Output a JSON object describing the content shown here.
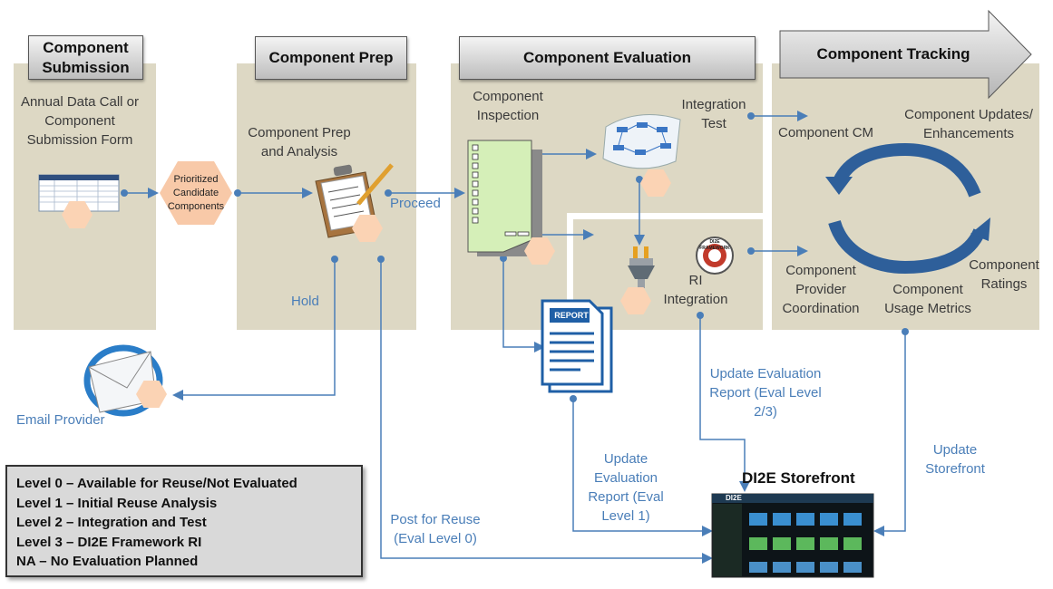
{
  "headers": {
    "submission": "Component Submission",
    "prep": "Component Prep",
    "evaluation": "Component Evaluation",
    "tracking": "Component Tracking"
  },
  "submission": {
    "desc": "Annual Data Call or Component Submission Form"
  },
  "prioritized": "Prioritized Candidate Components",
  "prep": {
    "desc": "Component Prep and  Analysis",
    "proceed": "Proceed",
    "hold": "Hold"
  },
  "evaluation": {
    "inspection": "Component Inspection",
    "integration_test": "Integration Test",
    "ri_integration": "RI Integration"
  },
  "tracking": {
    "cm": "Component CM",
    "updates": "Component Updates/ Enhancements",
    "provider_coord": "Component Provider Coordination",
    "usage_metrics": "Component Usage Metrics",
    "ratings": "Component Ratings"
  },
  "email_provider": "Email Provider",
  "report_label": "REPORT",
  "badge_text": "DI2E FRAMEWORK",
  "flows": {
    "post_for_reuse": "Post for Reuse (Eval Level 0)",
    "update_report_1": "Update Evaluation Report (Eval Level 1)",
    "update_report_23": "Update Evaluation Report (Eval Level 2/3)",
    "update_storefront": "Update Storefront"
  },
  "storefront": {
    "title": "DI2E Storefront",
    "logo": "DI2E"
  },
  "legend": [
    "Level 0 – Available for Reuse/Not Evaluated",
    "Level 1 – Initial Reuse Analysis",
    "Level 2 – Integration and Test",
    "Level 3 – DI2E Framework RI",
    "NA – No Evaluation Planned"
  ],
  "colors": {
    "panel": "#ddd8c4",
    "arrow": "#4a7eb8",
    "hex": "#f8c9a8",
    "cycle": "#2e5f9a"
  }
}
